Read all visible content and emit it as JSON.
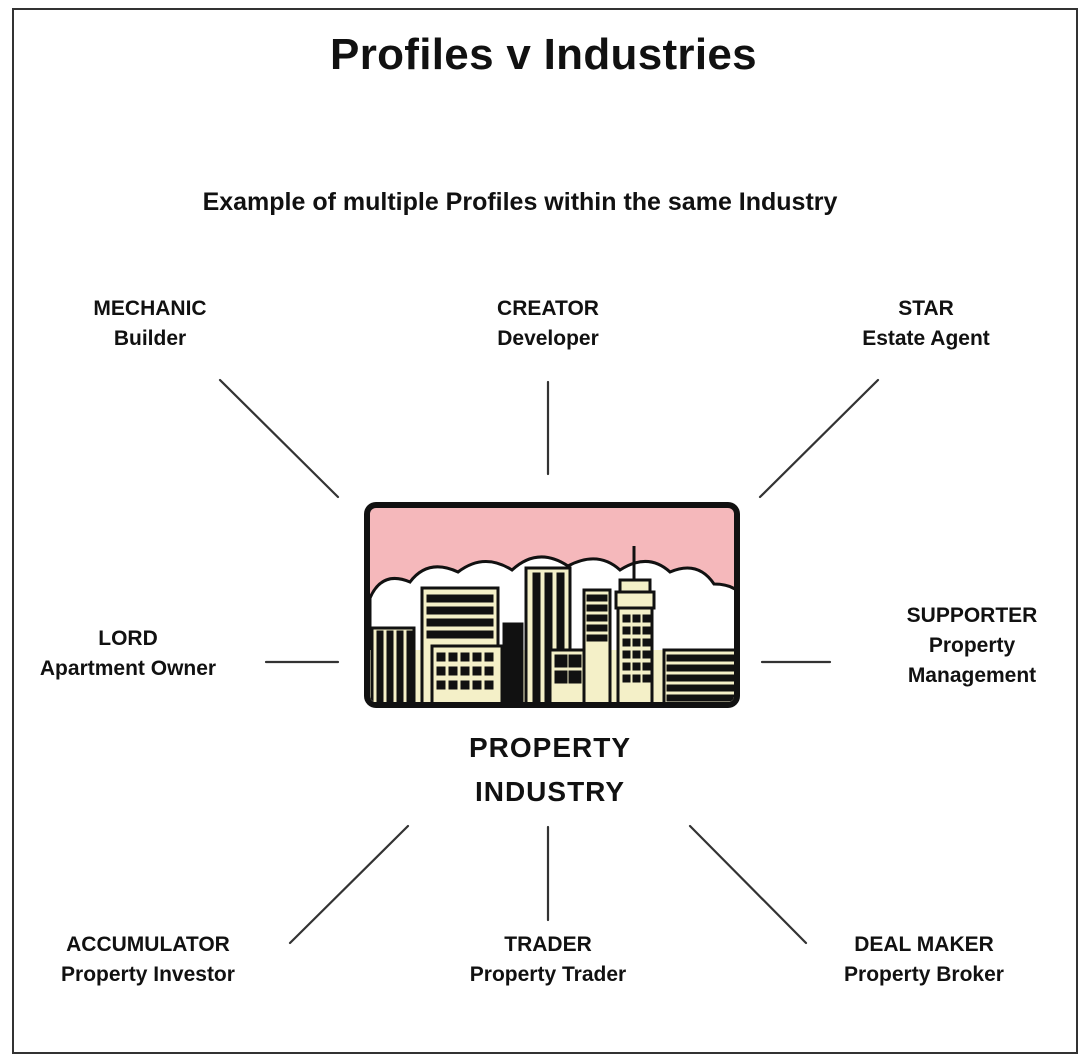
{
  "title": "Profiles v Industries",
  "subtitle": "Example of multiple Profiles within the same Industry",
  "center": {
    "line1": "PROPERTY",
    "line2": "INDUSTRY",
    "icon": "city-skyline-icon",
    "sky_color": "#f5b8bb",
    "building_color": "#f4f0c8"
  },
  "profiles": [
    {
      "key": "mechanic",
      "profile": "MECHANIC",
      "role": "Builder"
    },
    {
      "key": "creator",
      "profile": "CREATOR",
      "role": "Developer"
    },
    {
      "key": "star",
      "profile": "STAR",
      "role": "Estate Agent"
    },
    {
      "key": "lord",
      "profile": "LORD",
      "role": "Apartment Owner"
    },
    {
      "key": "supporter",
      "profile": "SUPPORTER",
      "role": "Property",
      "role2": "Management"
    },
    {
      "key": "accumulator",
      "profile": "ACCUMULATOR",
      "role": "Property Investor"
    },
    {
      "key": "trader",
      "profile": "TRADER",
      "role": "Property Trader"
    },
    {
      "key": "deal-maker",
      "profile": "DEAL MAKER",
      "role": "Property Broker"
    }
  ]
}
